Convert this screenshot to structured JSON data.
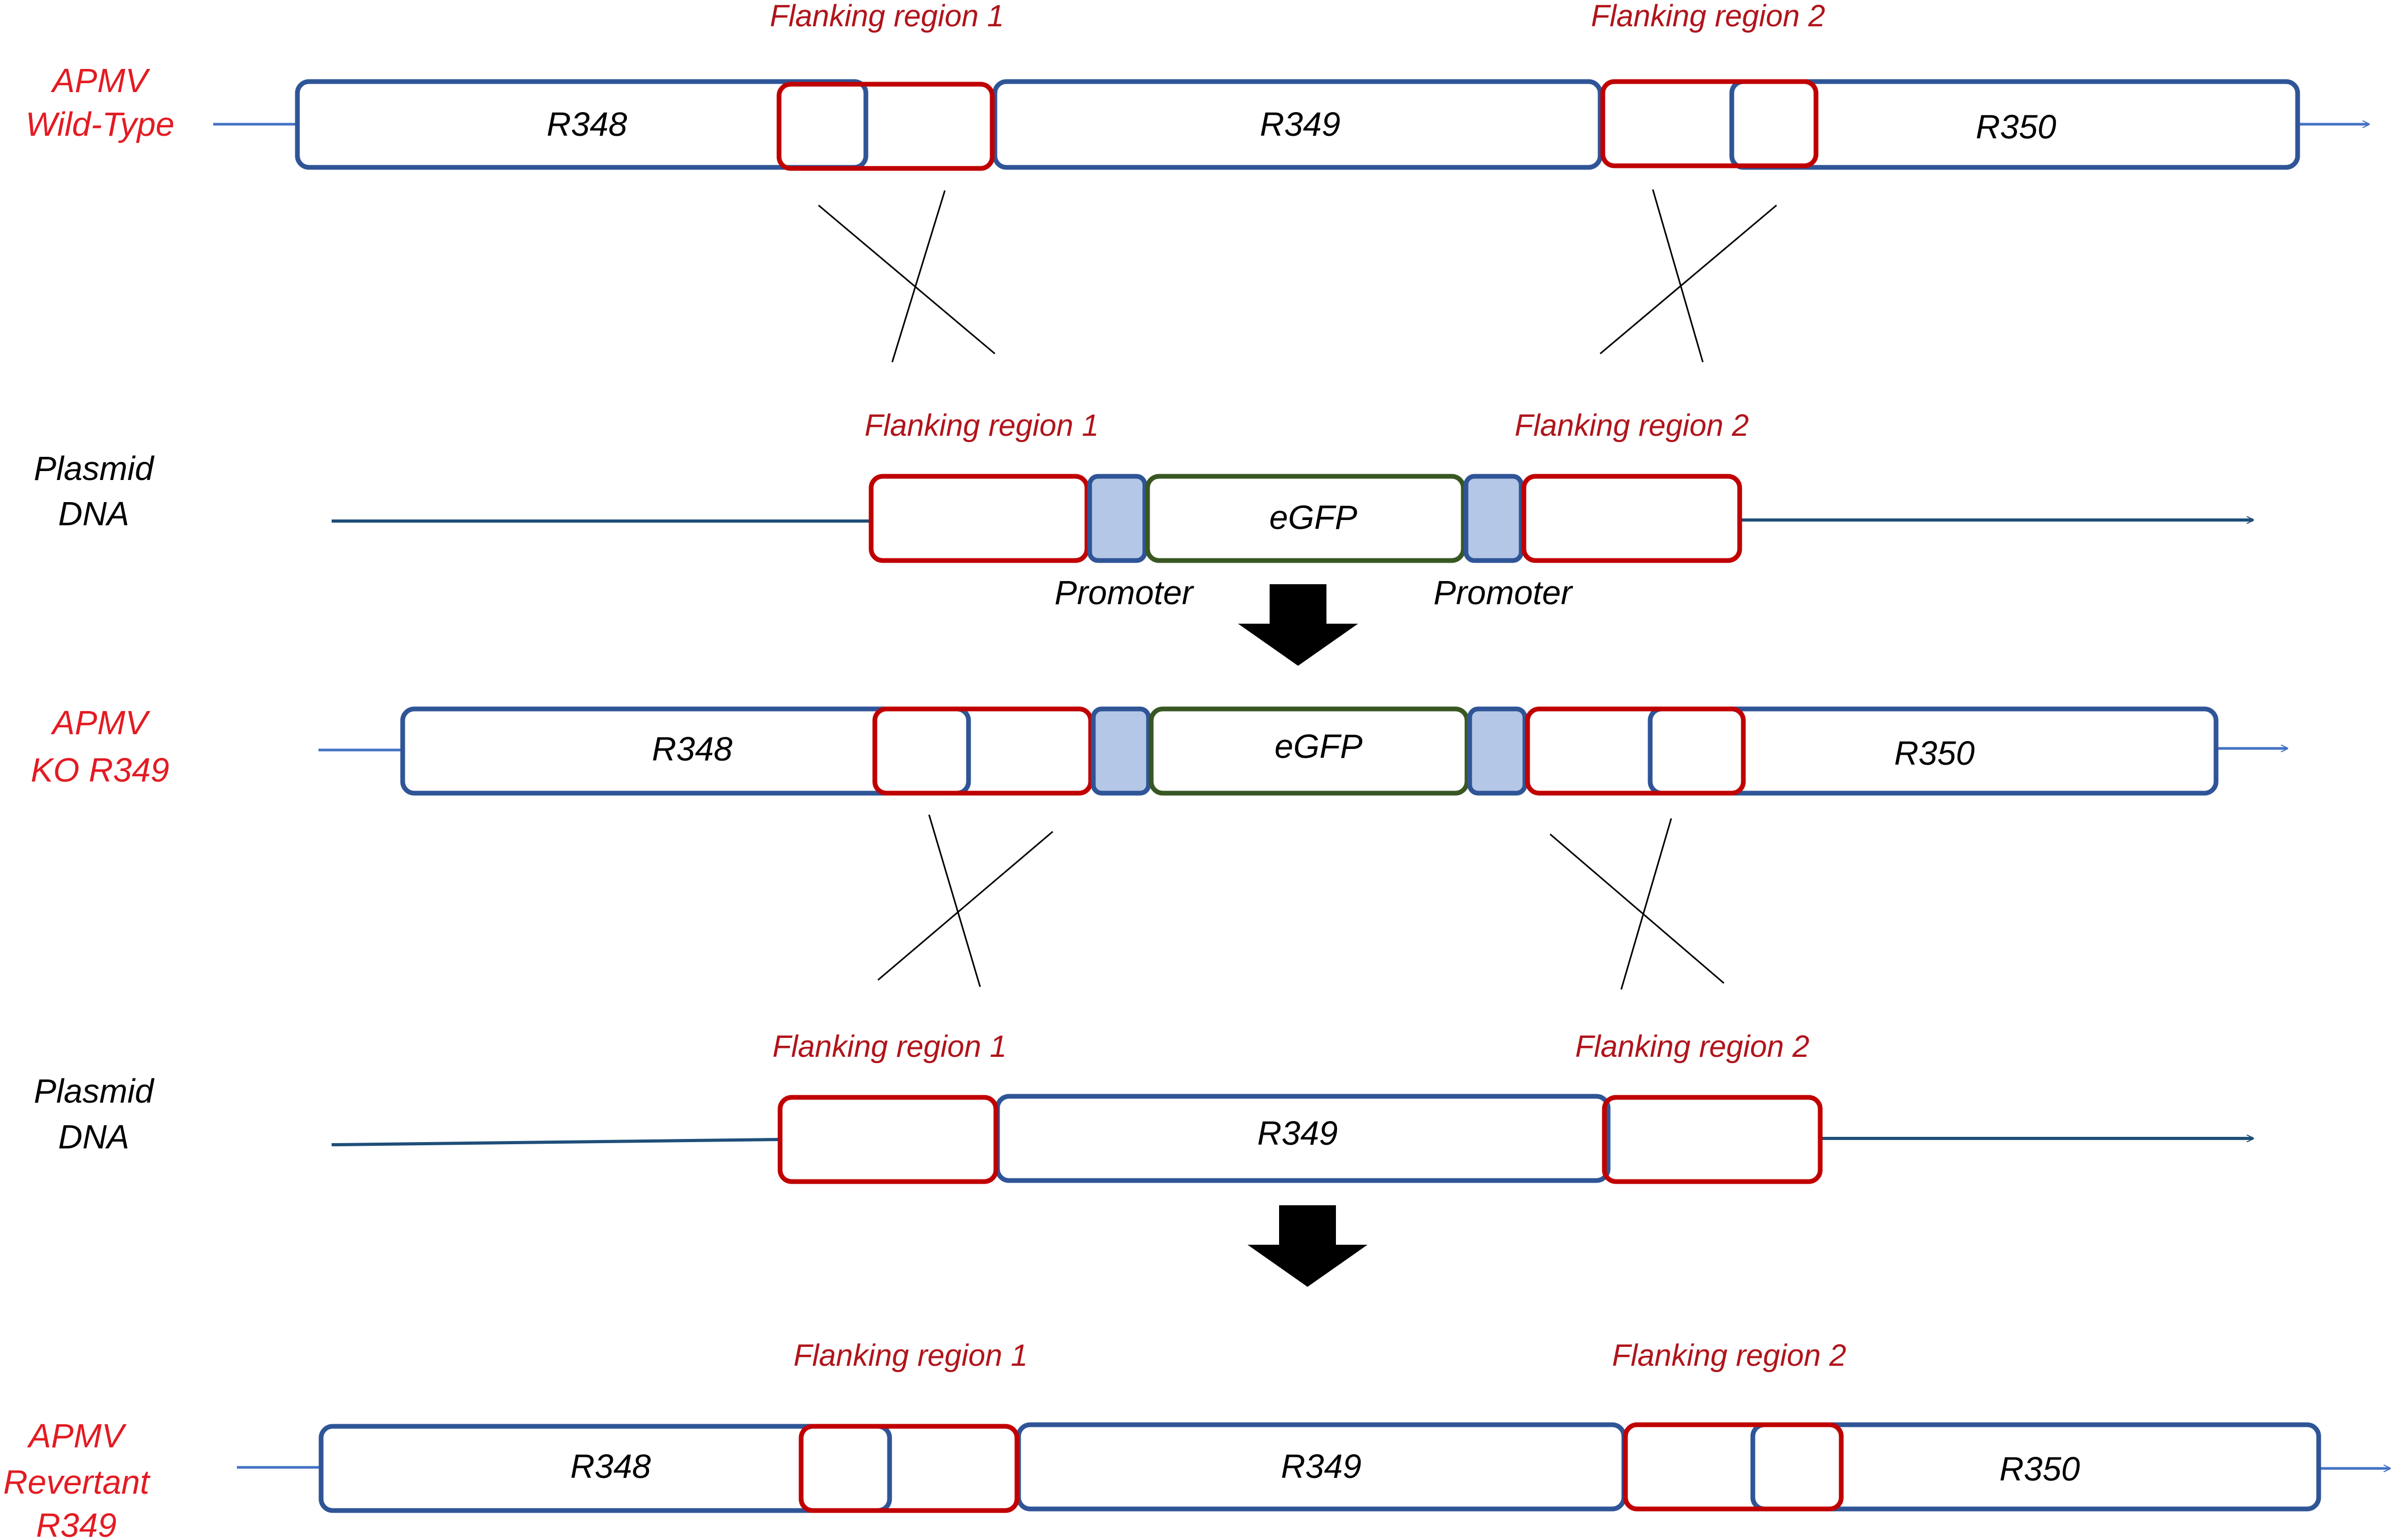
{
  "labels": {
    "row1": {
      "line1": "APMV",
      "line2": "Wild-Type"
    },
    "row2": {
      "line1": "Plasmid",
      "line2": "DNA"
    },
    "row3": {
      "line1": "APMV",
      "line2": "KO R349"
    },
    "row4": {
      "line1": "Plasmid",
      "line2": "DNA"
    },
    "row5": {
      "line1": "APMV",
      "line2": "Revertant",
      "line3": "R349"
    }
  },
  "genes": {
    "r348": "R348",
    "r349": "R349",
    "r350": "R350",
    "egfp": "eGFP"
  },
  "flanking": {
    "region1": "Flanking region 1",
    "region2": "Flanking region 2"
  },
  "promoter": "Promoter",
  "colors": {
    "gene_outline": "#2f5597",
    "flanking_outline": "#c00000",
    "promoter_fill": "#b4c7e7",
    "egfp_outline": "#385723",
    "genome_label": "#e31b23",
    "plasmid_label": "#000000"
  }
}
